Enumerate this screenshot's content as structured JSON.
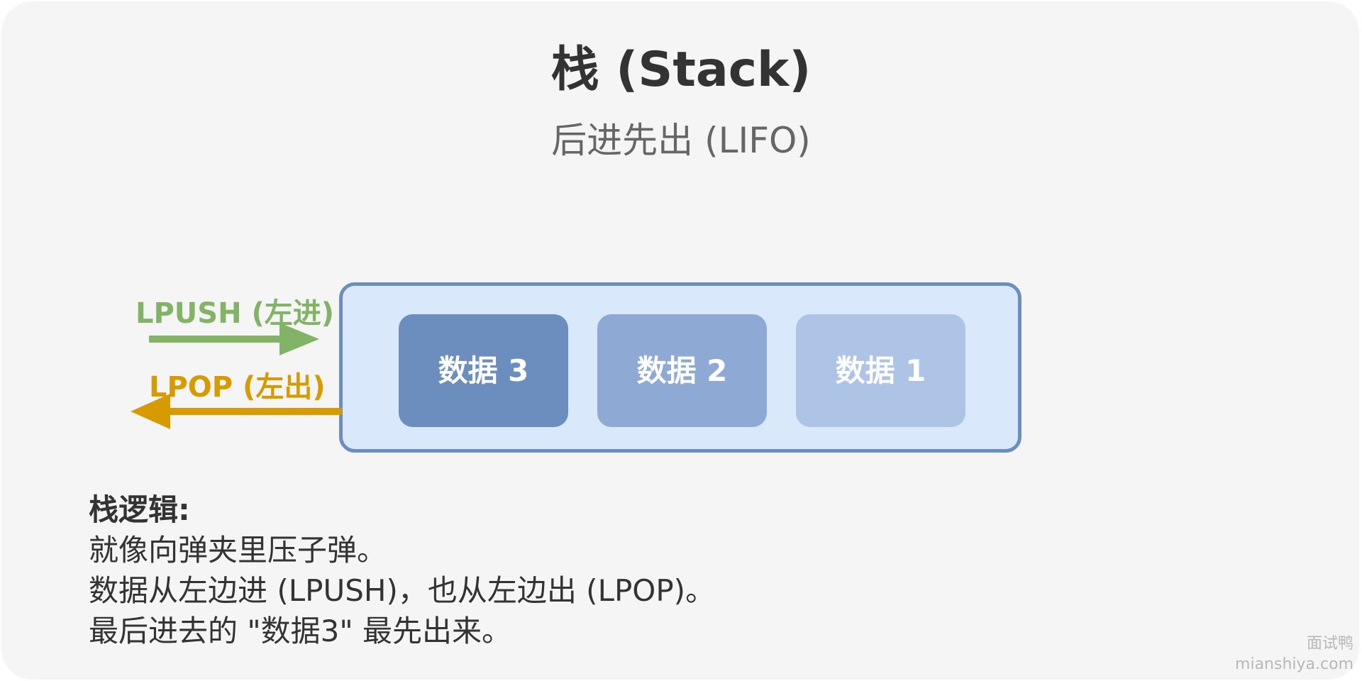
{
  "title": "栈 (Stack)",
  "subtitle": "后进先出 (LIFO)",
  "stack": {
    "items": [
      {
        "label": "数据 3"
      },
      {
        "label": "数据 2"
      },
      {
        "label": "数据 1"
      }
    ]
  },
  "operations": {
    "push_label": "LPUSH (左进)",
    "pop_label": "LPOP (左出)"
  },
  "explanation": {
    "heading": "栈逻辑:",
    "lines": [
      "就像向弹夹里压子弹。",
      "数据从左边进 (LPUSH)，也从左边出 (LPOP)。",
      "最后进去的 \"数据3\" 最先出来。"
    ]
  },
  "watermark": {
    "name": "面试鸭",
    "domain": "mianshiya.com"
  },
  "colors": {
    "background": "#f5f5f5",
    "stack_fill": "#dae8fc",
    "stack_border": "#6c8ebf",
    "push": "#82b366",
    "pop": "#d79b00"
  }
}
